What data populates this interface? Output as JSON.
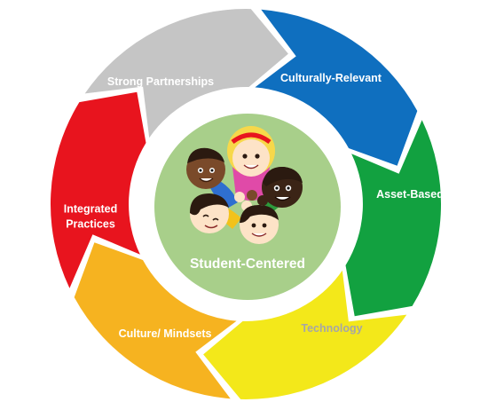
{
  "center": {
    "label": "Student-Centered",
    "fill": "#a8cf8a",
    "text_color": "#ffffff"
  },
  "segments": [
    {
      "key": "culturally-relevant",
      "lines": [
        "Culturally-Relevant"
      ],
      "color": "#0f6fbf",
      "text_color": "#ffffff"
    },
    {
      "key": "asset-based",
      "lines": [
        "Asset-Based"
      ],
      "color": "#12a140",
      "text_color": "#ffffff"
    },
    {
      "key": "technology",
      "lines": [
        "Technology"
      ],
      "color": "#f3e81a",
      "text_color": "#a6a6a6"
    },
    {
      "key": "culture-mindsets",
      "lines": [
        "Culture/ Mindsets"
      ],
      "color": "#f6b320",
      "text_color": "#ffffff"
    },
    {
      "key": "integrated-practices",
      "lines": [
        "Integrated",
        "Practices"
      ],
      "color": "#e8141e",
      "text_color": "#ffffff"
    },
    {
      "key": "strong-partnerships",
      "lines": [
        "Strong Partnerships"
      ],
      "color": "#c5c5c5",
      "text_color": "#ffffff"
    }
  ],
  "children_colors": {
    "skin_light": "#fde3c7",
    "skin_dark": "#7a4a2a",
    "skin_deep": "#3b2416",
    "hair_blonde": "#f7d84a",
    "hair_dark": "#2b1a10",
    "shirt_pink": "#e04aa8",
    "shirt_green": "#2d9a3c",
    "shirt_blue": "#2f6fd0",
    "shirt_yellow": "#f2c21b",
    "headband": "#e8141e"
  }
}
